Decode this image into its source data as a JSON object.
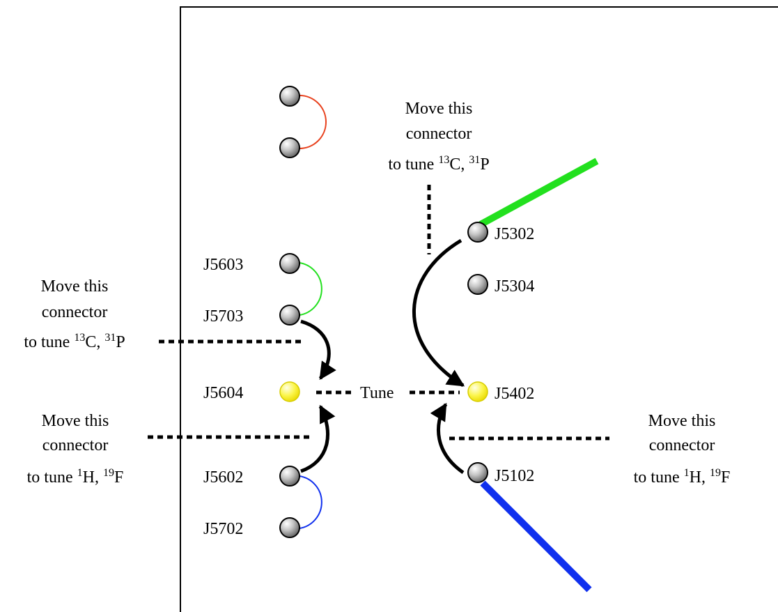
{
  "connectors": {
    "j5603": "J5603",
    "j5703": "J5703",
    "j5604": "J5604",
    "j5602": "J5602",
    "j5702": "J5702",
    "j5302": "J5302",
    "j5304": "J5304",
    "j5402": "J5402",
    "j5102": "J5102"
  },
  "annotations": {
    "top_note": {
      "line1": "Move this",
      "line2": "connector",
      "line3_prefix": "to tune ",
      "iso1_mass": "13",
      "iso1_el": "C, ",
      "iso2_mass": "31",
      "iso2_el": "P"
    },
    "left_upper_note": {
      "line1": "Move this",
      "line2": "connector",
      "line3_prefix": "to tune ",
      "iso1_mass": "13",
      "iso1_el": "C, ",
      "iso2_mass": "31",
      "iso2_el": "P"
    },
    "left_lower_note": {
      "line1": "Move this",
      "line2": "connector",
      "line3_prefix": "to tune ",
      "iso1_mass": "1",
      "iso1_el": "H, ",
      "iso2_mass": "19",
      "iso2_el": "F"
    },
    "right_note": {
      "line1": "Move this",
      "line2": "connector",
      "line3_prefix": "to tune ",
      "iso1_mass": "1",
      "iso1_el": "H, ",
      "iso2_mass": "19",
      "iso2_el": "F"
    },
    "tune": "Tune"
  },
  "colors": {
    "connector_gray": "#9a9a9a",
    "connector_yellow": "#f5f000",
    "red_cable": "#e8401c",
    "green_cable": "#22e01e",
    "blue_cable": "#1030ee",
    "black": "#000000"
  }
}
